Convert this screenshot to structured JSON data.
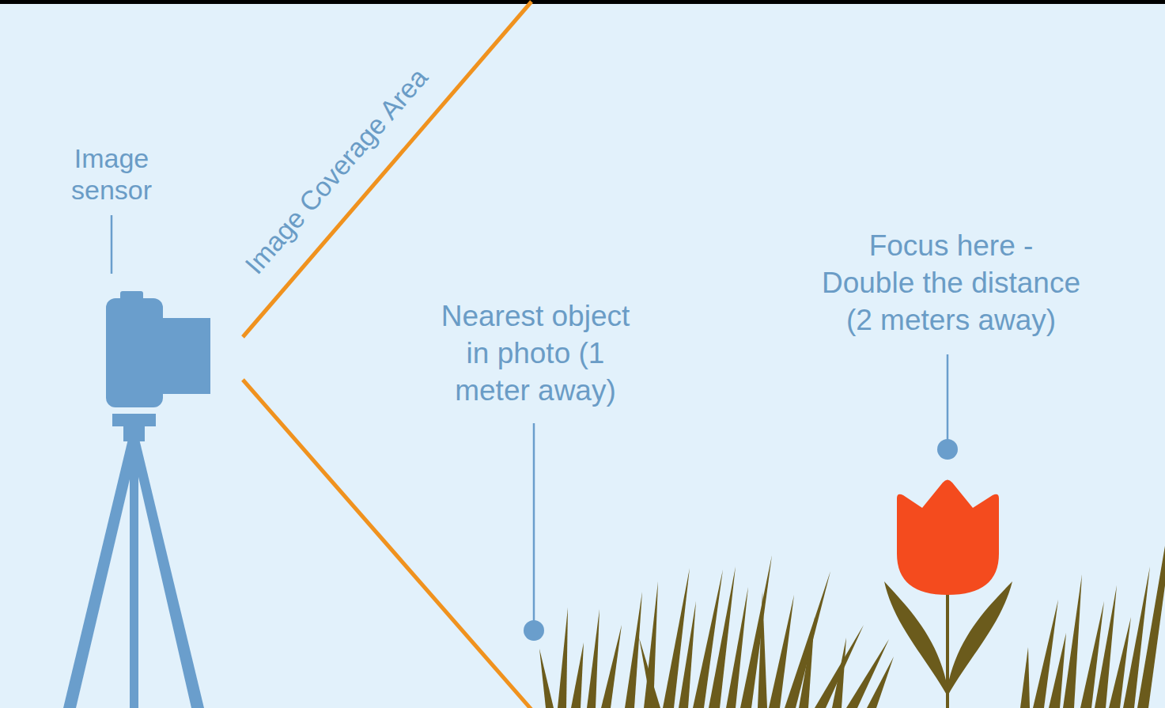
{
  "diagram": {
    "labels": [
      "Image sensor",
      "Image Coverage Area",
      "Nearest object in photo (1 meter away)",
      "Focus here - Double the distance (2 meters away)"
    ]
  }
}
